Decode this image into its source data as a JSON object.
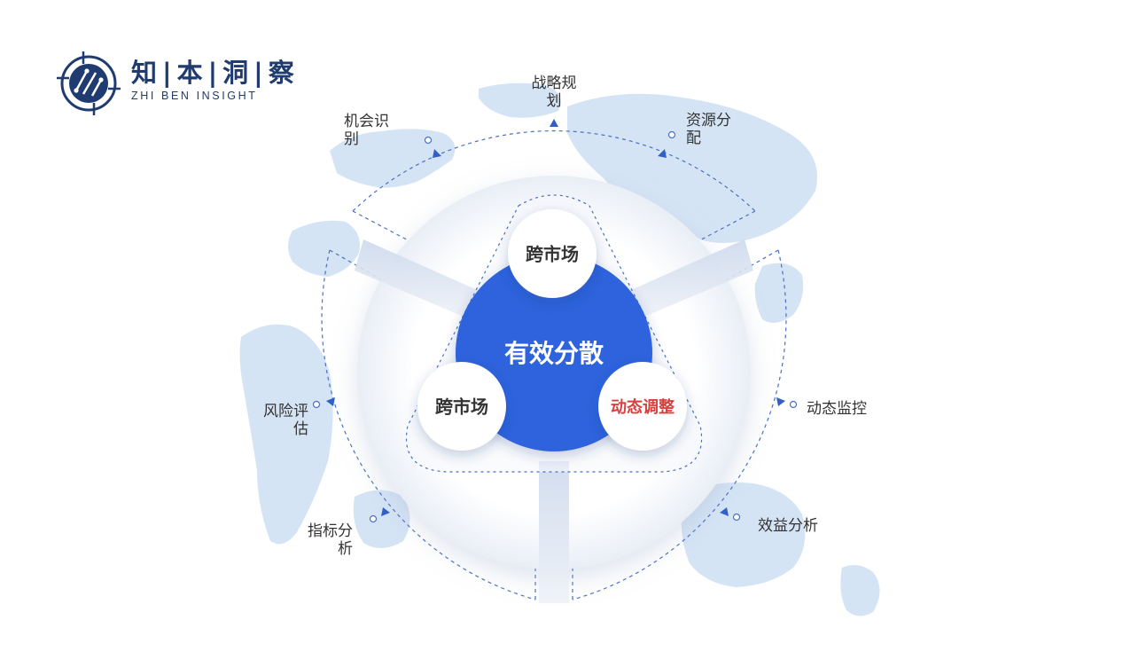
{
  "brand": {
    "name": "知|本|洞|察",
    "tagline": "ZHI BEN INSIGHT"
  },
  "diagram": {
    "center_label": "有效分散",
    "node_top": "跨市场",
    "node_left": "跨市场",
    "node_right": "动态调整",
    "outer_labels": {
      "strategy": [
        "战略规",
        "划"
      ],
      "opportunity": [
        "机会识",
        "别"
      ],
      "resource": [
        "资源分",
        "配"
      ],
      "monitor": "动态监控",
      "benefit": "效益分析",
      "risk": [
        "风险评",
        "估"
      ],
      "indicator": [
        "指标分",
        "析"
      ]
    }
  },
  "colors": {
    "brand_navy": "#1f3b70",
    "core_blue": "#2f63dd",
    "accent_red": "#d94040",
    "dash_blue": "#4a70c4",
    "map_blue": "#d3e3f4"
  }
}
